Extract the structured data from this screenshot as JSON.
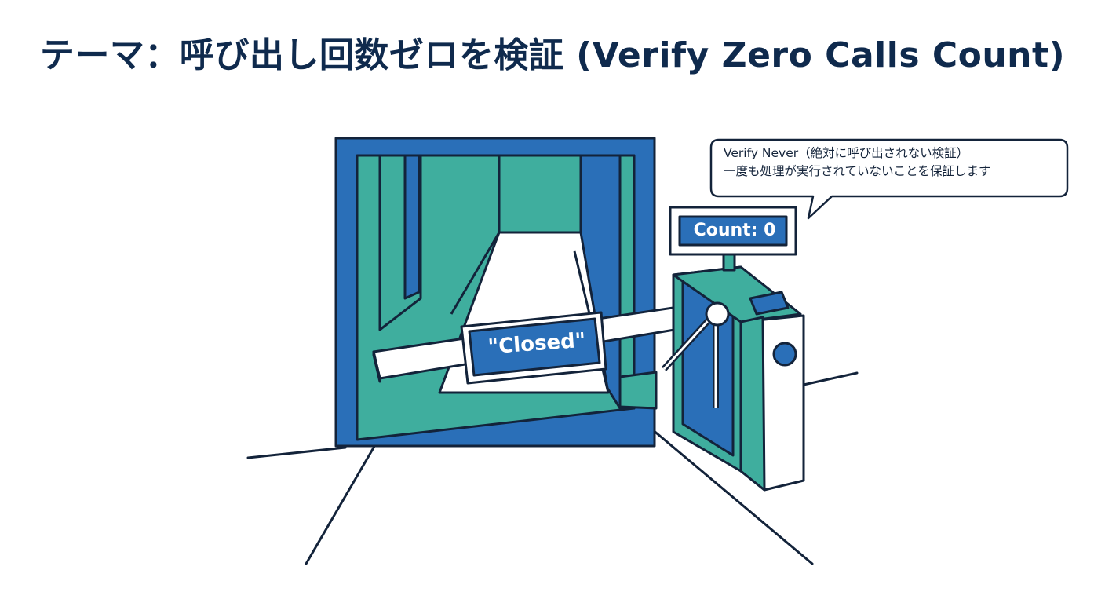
{
  "title": "テーマ：呼び出し回数ゼロを検証 (Verify Zero Calls Count)",
  "callout": {
    "line1": "Verify Never（絶対に呼び出されない検証）",
    "line2": "一度も処理が実行されていないことを保証します"
  },
  "counter": {
    "label": "Count: 0",
    "value": 0
  },
  "barrier_sign": {
    "label": "\"Closed\""
  },
  "colors": {
    "navy": "#0f2a4d",
    "blue": "#2a6fb8",
    "teal": "#3fae9e",
    "outline": "#13233a"
  }
}
